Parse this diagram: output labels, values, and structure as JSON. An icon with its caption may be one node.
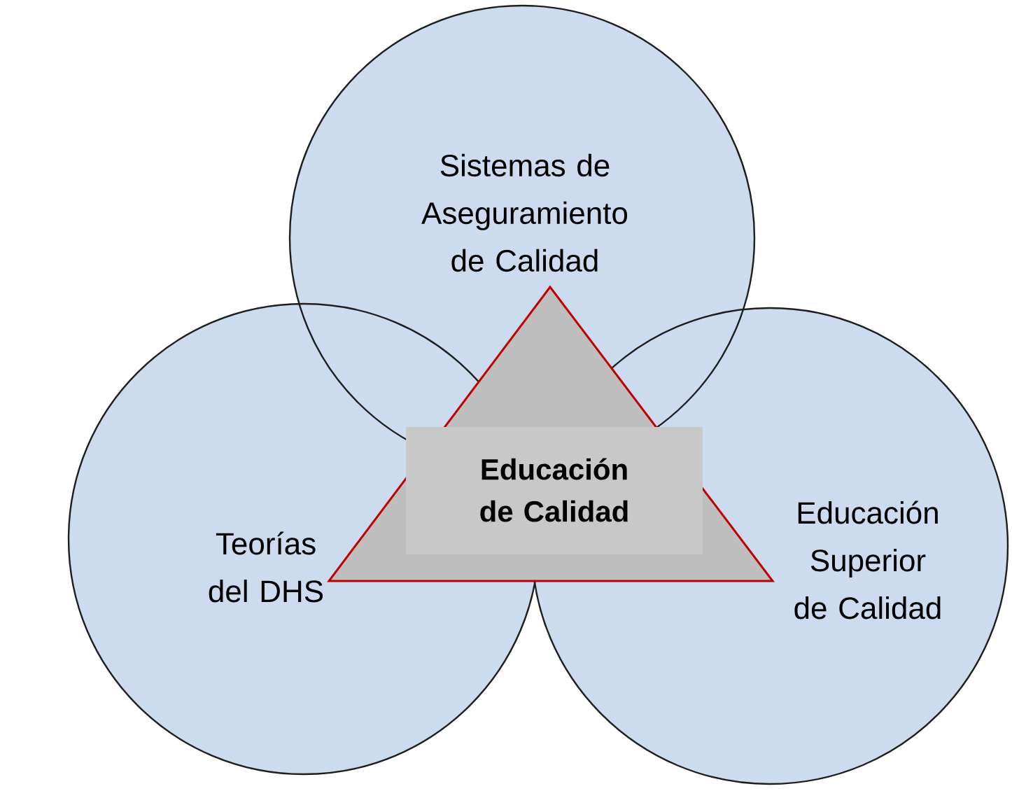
{
  "diagram": {
    "nodes": [
      {
        "text": [
          "Sistemas de Aseguramiento de Calidad"
        ]
      },
      {
        "text": [
          "Teorías del DHS"
        ]
      },
      {
        "text": [
          "Educación Superior de Calidad"
        ]
      },
      {
        "text": [
          "Educación de Calidad"
        ]
      }
    ]
  }
}
